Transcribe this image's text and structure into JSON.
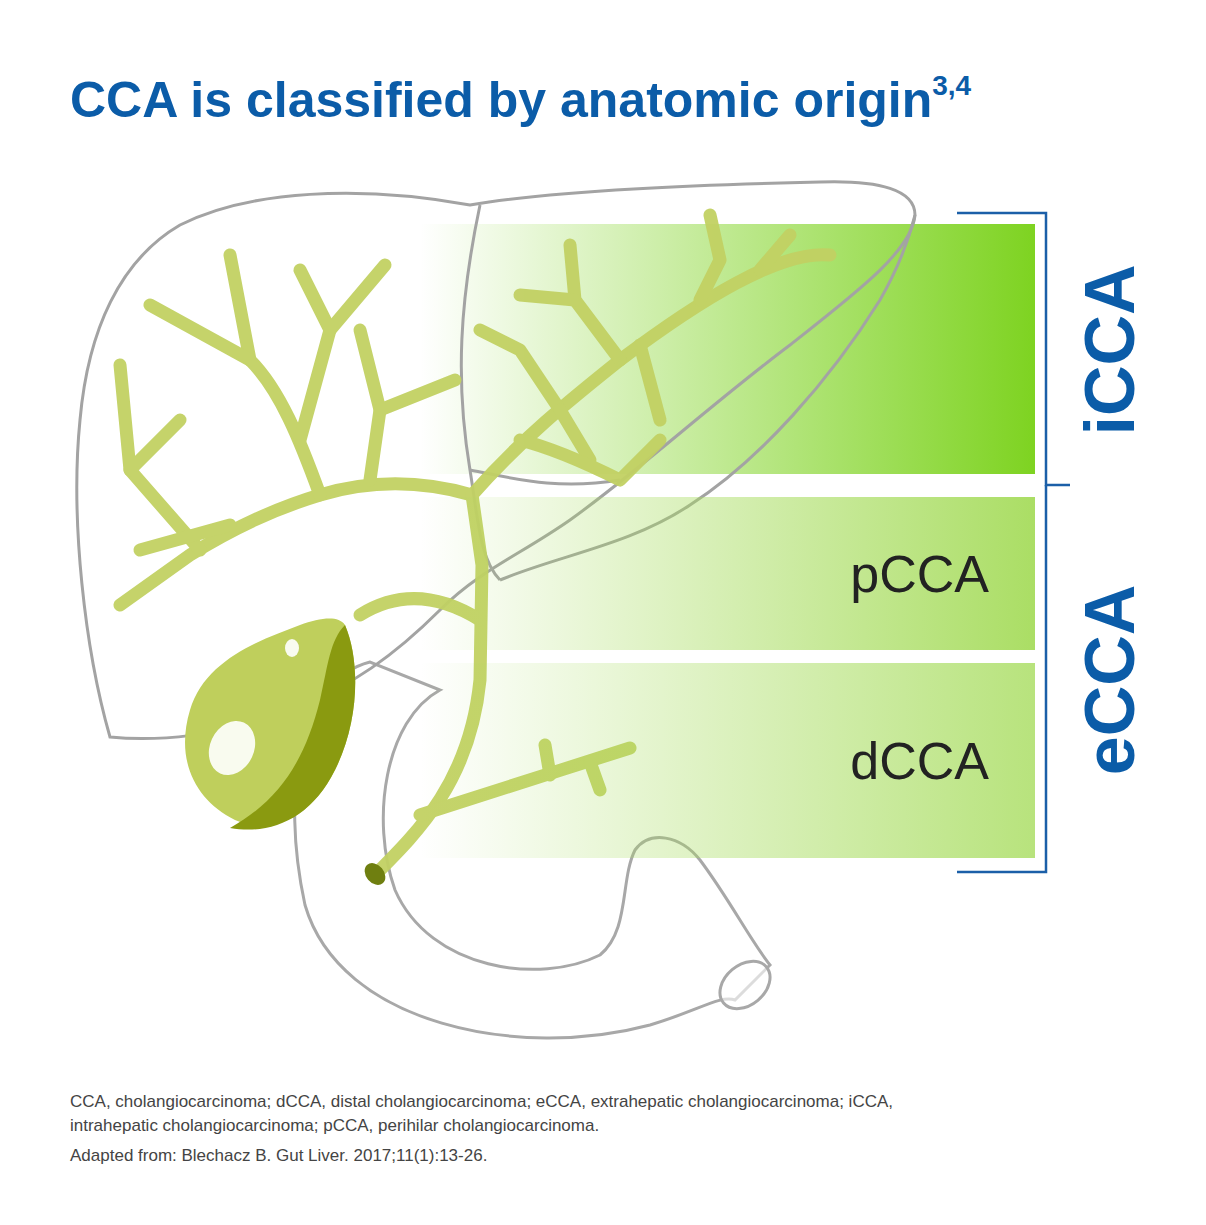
{
  "diagram": {
    "title": "CCA is classified by anatomic origin",
    "caption": "CCA, cholangiocarcinoma; dCCA, distal cholangiocarcinoma; eCCA, extrahepatic cholangiocarcinoma; iCCA, intrahepatic cholangiocarcinoma; pCCA, perihilar cholangiocarcinoma.",
    "nodes": [
      {
        "text": [
          "pCCA"
        ]
      },
      {
        "text": [
          "dCCA"
        ]
      }
    ],
    "labels": [
      "3,4",
      "iCCA",
      "eCCA",
      "Adapted from: Blechacz B. Gut Liver. 2017;11(1):13-26."
    ]
  }
}
